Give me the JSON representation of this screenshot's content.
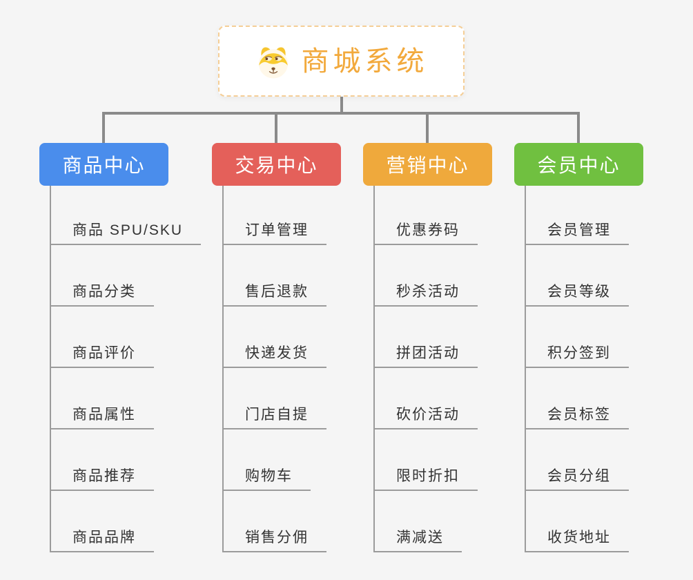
{
  "root": {
    "label": "商城系统",
    "icon": "doge-icon"
  },
  "branches": [
    {
      "label": "商品中心",
      "color": "#4A8DEC",
      "items": [
        "商品 SPU/SKU",
        "商品分类",
        "商品评价",
        "商品属性",
        "商品推荐",
        "商品品牌"
      ]
    },
    {
      "label": "交易中心",
      "color": "#E4605A",
      "items": [
        "订单管理",
        "售后退款",
        "快递发货",
        "门店自提",
        "购物车",
        "销售分佣"
      ]
    },
    {
      "label": "营销中心",
      "color": "#EFA93C",
      "items": [
        "优惠券码",
        "秒杀活动",
        "拼团活动",
        "砍价活动",
        "限时折扣",
        "满减送"
      ]
    },
    {
      "label": "会员中心",
      "color": "#70C040",
      "items": [
        "会员管理",
        "会员等级",
        "积分签到",
        "会员标签",
        "会员分组",
        "收货地址"
      ]
    }
  ],
  "colors": {
    "background": "#F5F5F5",
    "root_text": "#F2A93C",
    "root_border": "#F5CE96",
    "connector": "#8A8A8A",
    "child_line": "#9B9B9B",
    "child_text": "#333333"
  }
}
